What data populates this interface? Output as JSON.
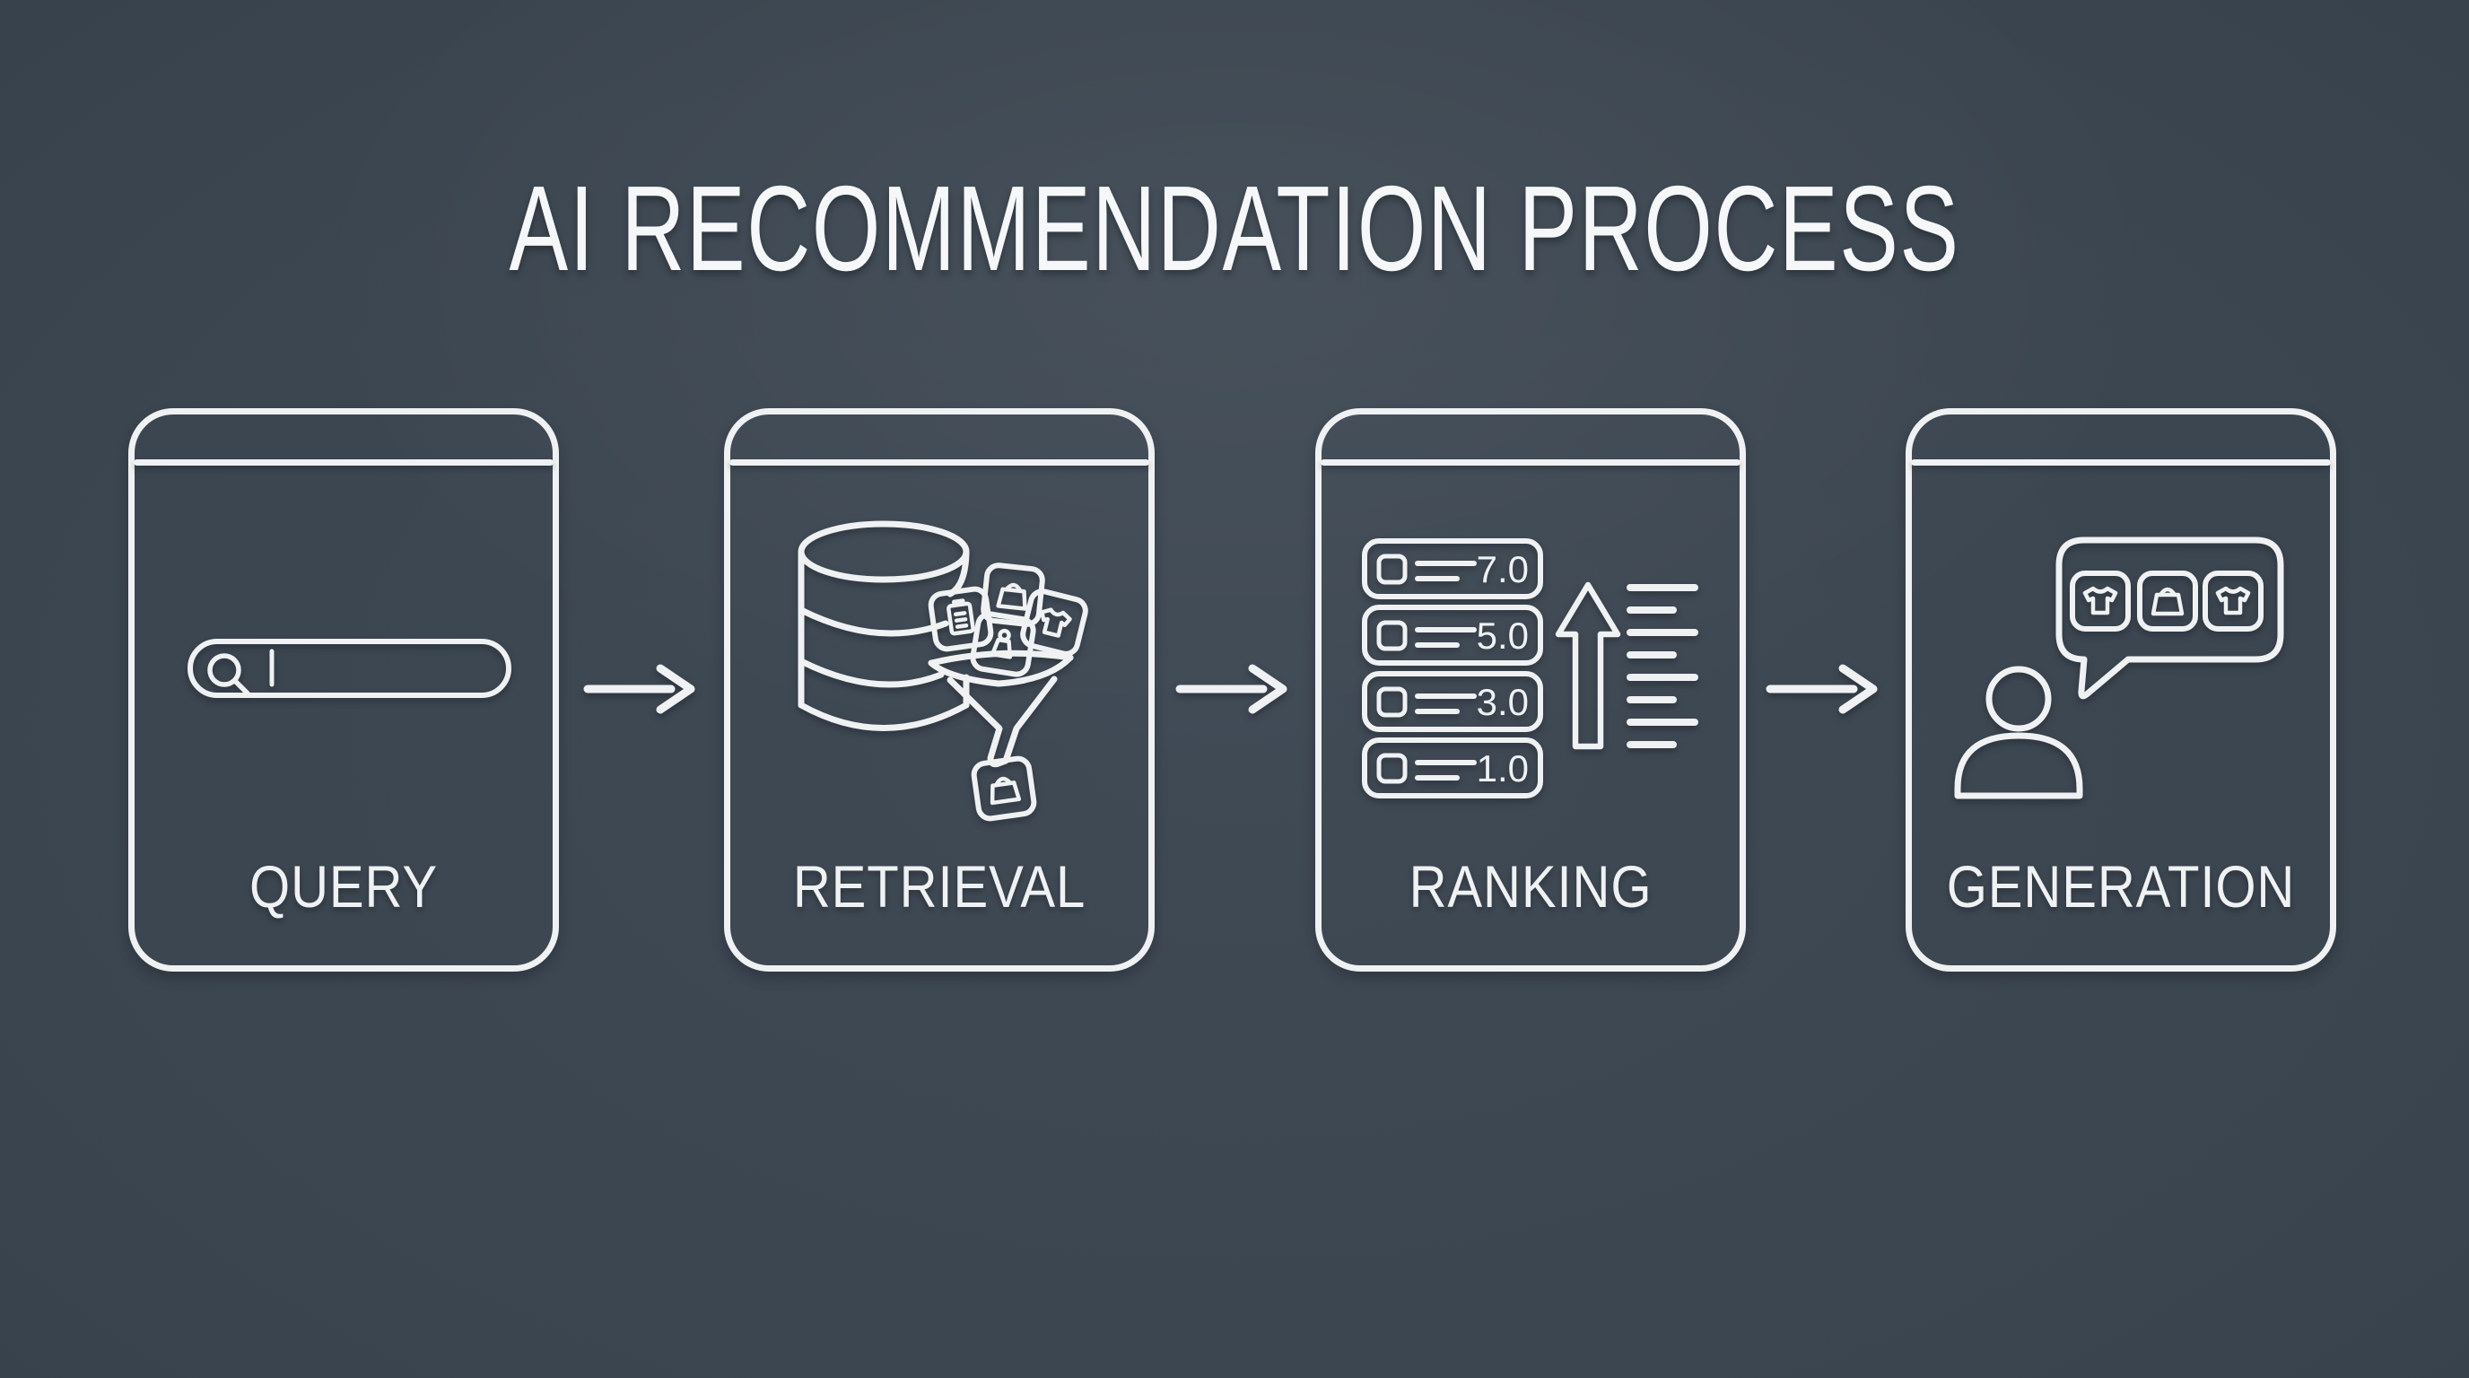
{
  "title": "AI RECOMMENDATION PROCESS",
  "colors": {
    "background": "#3b454f",
    "stroke": "#eff1f2"
  },
  "steps": [
    {
      "label": "QUERY",
      "icon": "search-bar-icon"
    },
    {
      "label": "RETRIEVAL",
      "icon": "database-funnel-icon"
    },
    {
      "label": "RANKING",
      "icon": "ranked-list-icon",
      "items": [
        {
          "score": "7.0"
        },
        {
          "score": "5.0"
        },
        {
          "score": "3.0"
        },
        {
          "score": "1.0"
        }
      ]
    },
    {
      "label": "GENERATION",
      "icon": "user-recommendation-bubble-icon"
    }
  ],
  "connector_icon": "right-arrow-icon"
}
